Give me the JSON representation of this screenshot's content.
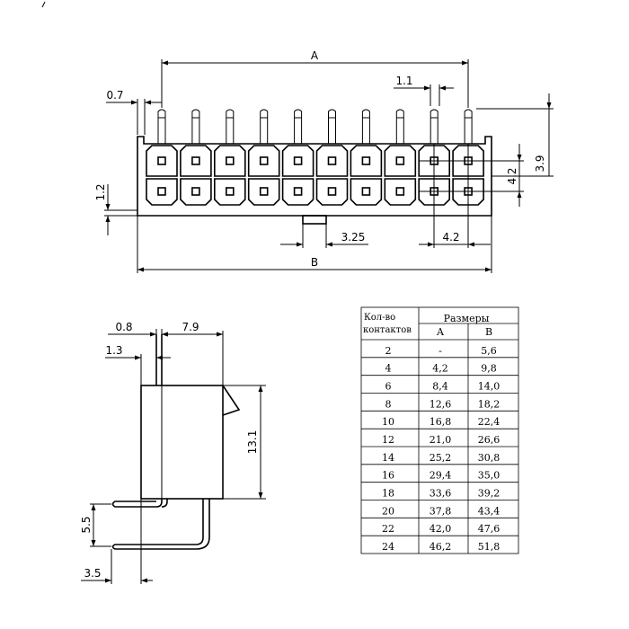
{
  "top_view": {
    "dims": {
      "A": "A",
      "d07": "0.7",
      "d11": "1.1",
      "d12": "1.2",
      "d325": "3.25",
      "d42b": "4.2",
      "B": "B",
      "d42r": "4.2",
      "d39": "3.9"
    }
  },
  "side_view": {
    "dims": {
      "d08": "0.8",
      "d79": "7.9",
      "d13": "1.3",
      "d131": "13.1",
      "d55": "5.5",
      "d35": "3.5"
    }
  },
  "table": {
    "header_count": "Кол-во",
    "header_count2": "контактов",
    "header_sizes": "Размеры",
    "col_a": "A",
    "col_b": "B",
    "rows": [
      {
        "n": "2",
        "a": "-",
        "b": "5,6"
      },
      {
        "n": "4",
        "a": "4,2",
        "b": "9,8"
      },
      {
        "n": "6",
        "a": "8,4",
        "b": "14,0"
      },
      {
        "n": "8",
        "a": "12,6",
        "b": "18,2"
      },
      {
        "n": "10",
        "a": "16,8",
        "b": "22,4"
      },
      {
        "n": "12",
        "a": "21,0",
        "b": "26,6"
      },
      {
        "n": "14",
        "a": "25,2",
        "b": "30,8"
      },
      {
        "n": "16",
        "a": "29,4",
        "b": "35,0"
      },
      {
        "n": "18",
        "a": "33,6",
        "b": "39,2"
      },
      {
        "n": "20",
        "a": "37,8",
        "b": "43,4"
      },
      {
        "n": "22",
        "a": "42,0",
        "b": "47,6"
      },
      {
        "n": "24",
        "a": "46,2",
        "b": "51,8"
      }
    ]
  }
}
